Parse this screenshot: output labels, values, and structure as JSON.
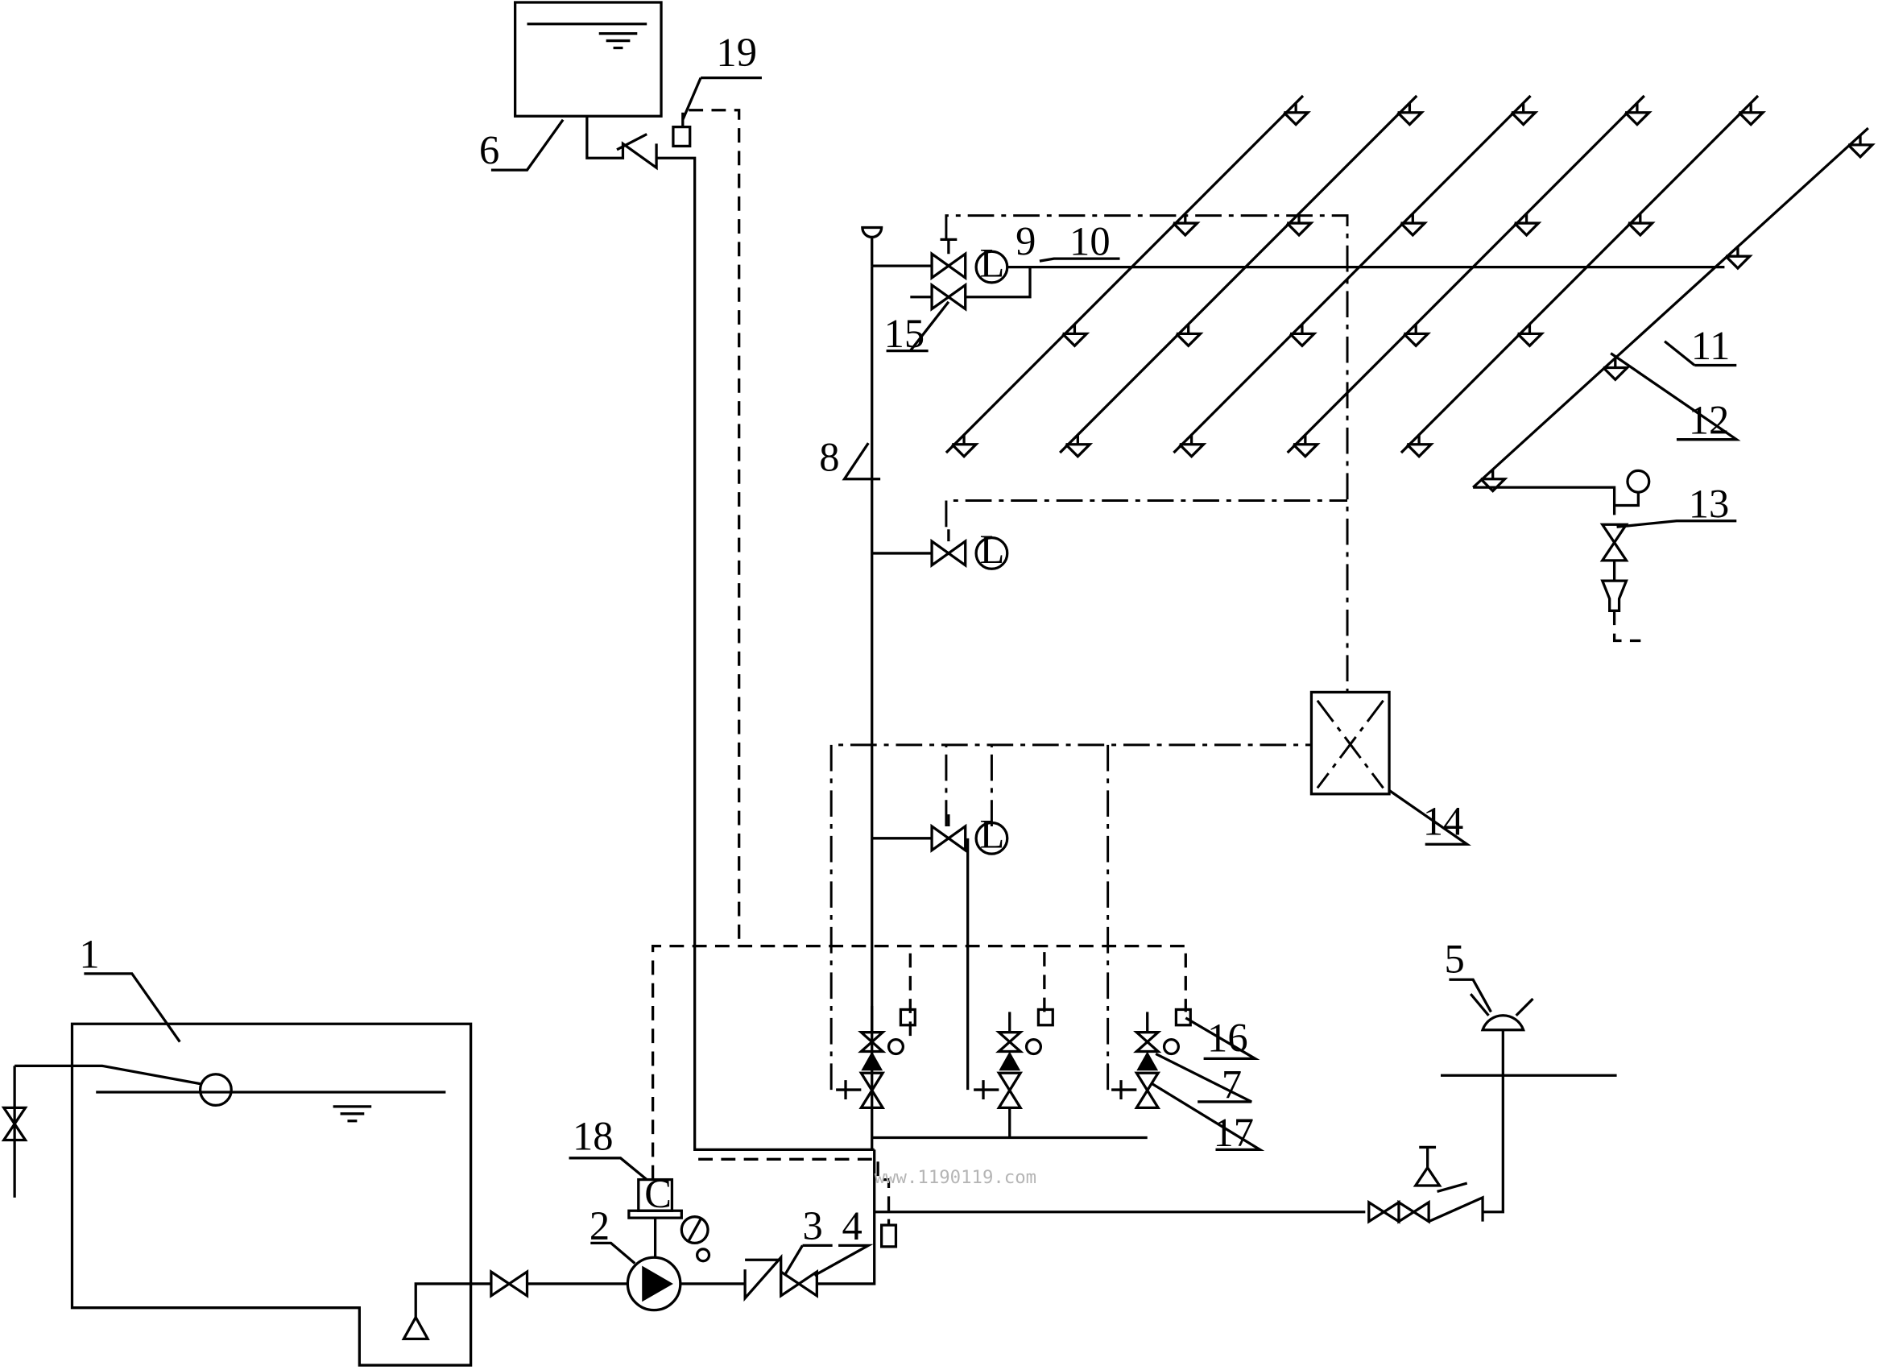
{
  "title": "Sprinkler fire-suppression system schematic",
  "labels": {
    "l1": "1",
    "l2": "2",
    "l3": "3",
    "l4": "4",
    "l5": "5",
    "l6": "6",
    "l7": "7",
    "l8": "8",
    "l9": "9",
    "l10": "10",
    "l11": "11",
    "l12": "12",
    "l13": "13",
    "l14": "14",
    "l15": "15",
    "l16": "16",
    "l17": "17",
    "l18": "18",
    "l19": "19"
  },
  "symbols": {
    "flow_switch": "L",
    "controller": "C"
  },
  "watermark": "www.1190119.com"
}
